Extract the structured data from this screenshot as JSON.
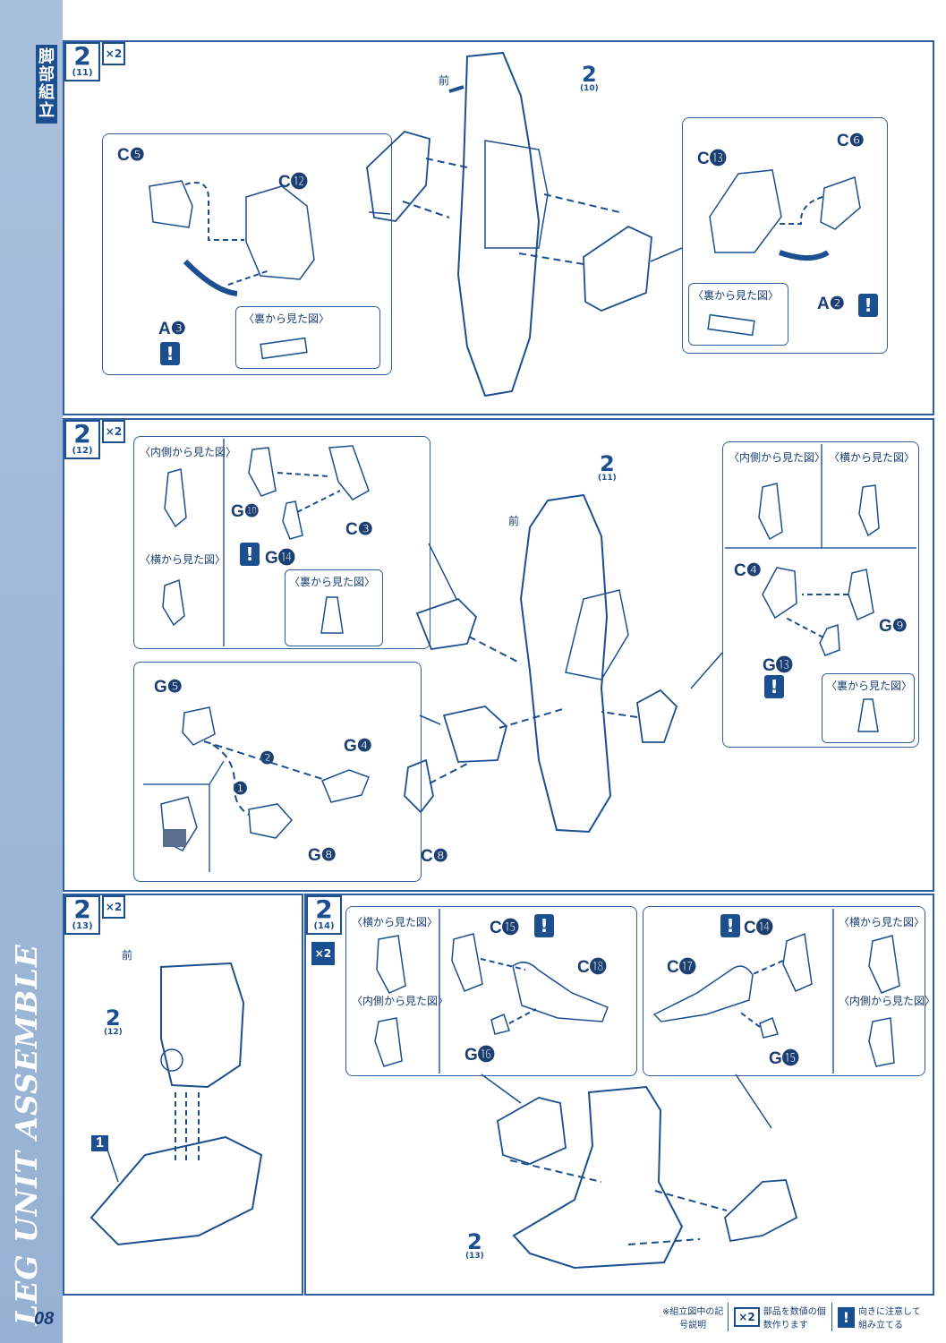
{
  "sidebar": {
    "title": "脚部組立",
    "vertical_heading": "LEG UNIT ASSEMBLE",
    "page_number": "08"
  },
  "front_label": "前",
  "step1": {
    "step": "2",
    "sub": "(11)",
    "times": "×2",
    "ref_step": "2",
    "ref_sub": "(10)",
    "left_parts": {
      "c5": "C❺",
      "c12": "C⓬",
      "a3": "A❸"
    },
    "right_parts": {
      "c13": "C⓭",
      "c6": "C❻",
      "a2": "A❷"
    },
    "back_view": "〈裏から見た図〉",
    "warn": "!"
  },
  "step2": {
    "step": "2",
    "sub": "(12)",
    "times": "×2",
    "ref_step": "2",
    "ref_sub": "(11)",
    "inside_view": "〈内側から見た図〉",
    "side_view": "〈横から見た図〉",
    "back_view": "〈裏から見た図〉",
    "left_parts": {
      "g10": "G❿",
      "c3": "C❸",
      "g14": "G⓮"
    },
    "right_parts": {
      "c4": "C❹",
      "g9": "G❾",
      "g13": "G⓭"
    },
    "lower_parts": {
      "g5": "G❺",
      "g4": "G❹",
      "g8": "G❽",
      "c8": "C❽",
      "order1": "❶",
      "order2": "❷"
    },
    "warn": "!"
  },
  "step3": {
    "step": "2",
    "sub": "(13)",
    "times": "×2",
    "ref_step": "2",
    "ref_sub": "(12)",
    "base_part": "1"
  },
  "step4": {
    "step": "2",
    "sub": "(14)",
    "times": "×2",
    "side_view": "〈横から見た図〉",
    "inside_view": "〈内側から見た図〉",
    "left_parts": {
      "c15": "C⓯",
      "c18": "C⓲",
      "g16": "G⓰"
    },
    "right_parts": {
      "c14": "C⓮",
      "c17": "C⓱",
      "g15": "G⓯"
    },
    "ref_step": "2",
    "ref_sub": "(13)",
    "warn": "!"
  },
  "legend": {
    "note": "※組立図中の記号説明",
    "times": "×2",
    "times_text": "部品を数値の個数作ります",
    "warn": "!",
    "warn_text": "向きに注意して組み立てる"
  },
  "colors": {
    "line": "#1b4f8f",
    "sidebar": "#a9c0dc"
  }
}
